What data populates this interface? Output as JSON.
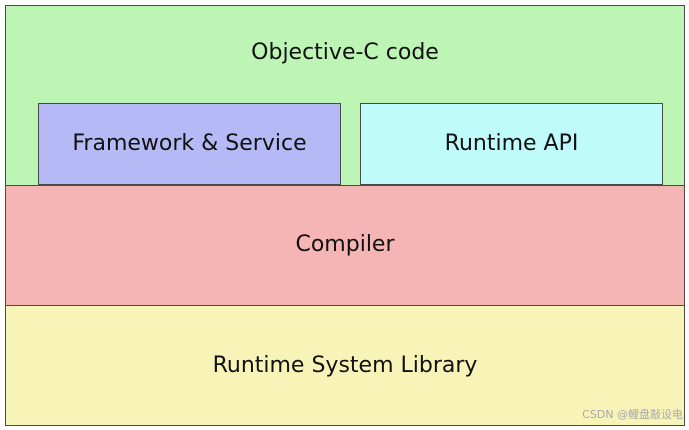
{
  "layers": {
    "objc_code": {
      "label": "Objective-C code",
      "color": "#bdf5b5",
      "boxes": [
        {
          "label": "Framework & Service",
          "color": "#b5b9f5"
        },
        {
          "label": "Runtime API",
          "color": "#c0fbfb"
        }
      ]
    },
    "compiler": {
      "label": "Compiler",
      "color": "#f5b5b5"
    },
    "runtime_library": {
      "label": "Runtime System Library",
      "color": "#f8f4b8"
    }
  },
  "watermark": "CSDN @鲤盘敲设电"
}
